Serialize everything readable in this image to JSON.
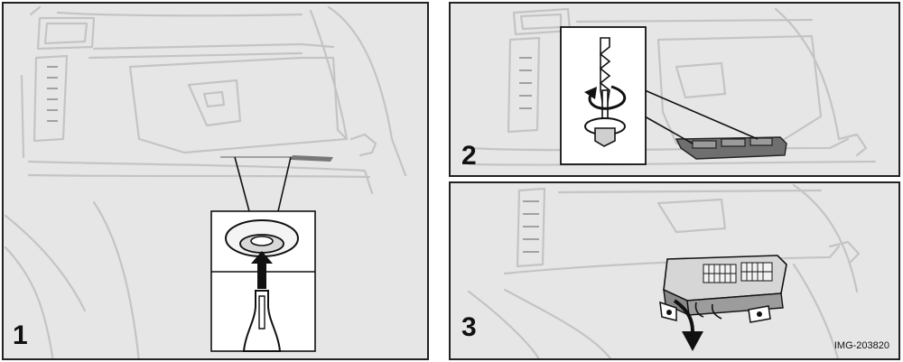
{
  "figure": {
    "steps": [
      {
        "number": "1"
      },
      {
        "number": "2"
      },
      {
        "number": "3"
      }
    ],
    "image_id": "IMG-203820"
  }
}
